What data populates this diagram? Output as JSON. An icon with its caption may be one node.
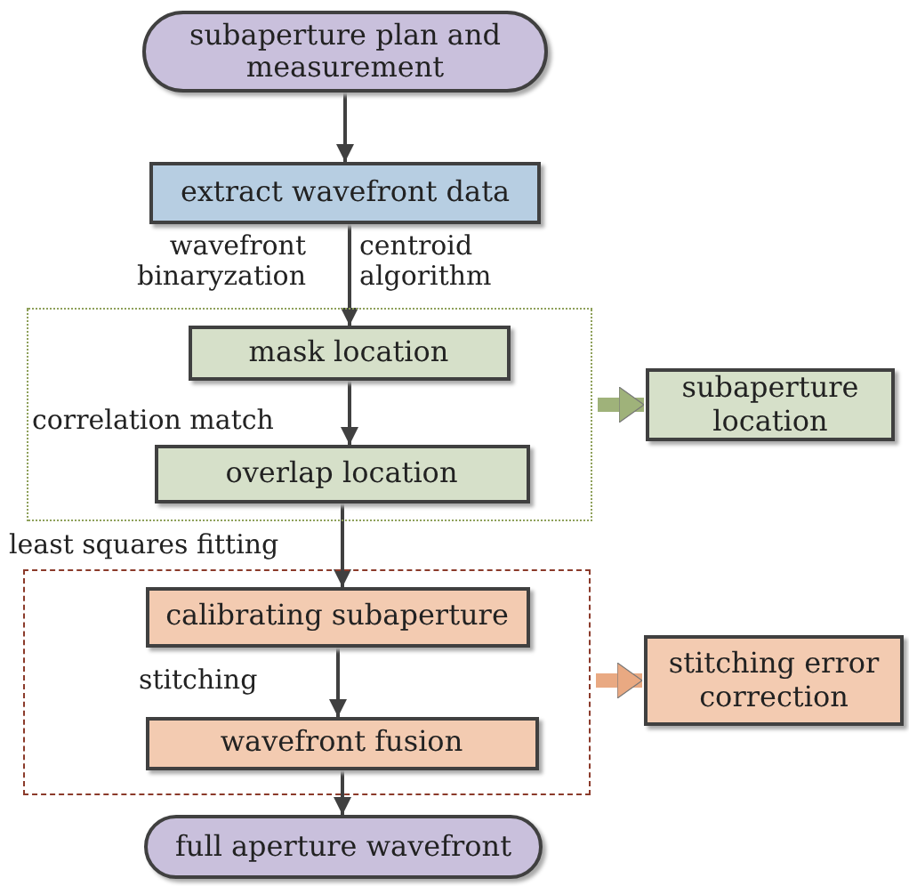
{
  "diagram": {
    "nodes": [
      {
        "text": [
          "subaperture plan and measurement"
        ]
      },
      {
        "text": [
          "extract wavefront data"
        ]
      },
      {
        "text": [],
        "shape": "box"
      },
      {
        "text": [
          "mask location"
        ],
        "in": 2
      },
      {
        "text": [
          "overlap location"
        ],
        "in": 2
      },
      {
        "text": [
          "subaperture location"
        ]
      },
      {
        "text": [],
        "shape": "box"
      },
      {
        "text": [
          "calibrating subaperture"
        ],
        "in": 6
      },
      {
        "text": [
          "wavefront fusion"
        ],
        "in": 6
      },
      {
        "text": [
          "stitching error correction"
        ]
      },
      {
        "text": [
          "full aperture wavefront"
        ]
      }
    ],
    "edges": [
      {
        "from": 0,
        "to": 1,
        "arrow": "to"
      },
      {
        "from": 1,
        "to": 3,
        "arrow": "to"
      },
      {
        "from": 3,
        "to": 4,
        "arrow": "to",
        "label": "correlation match"
      },
      {
        "from": 4,
        "to": 7,
        "arrow": "to",
        "label": "least squares fitting"
      },
      {
        "from": 7,
        "to": 8,
        "arrow": "to",
        "label": "stitching"
      },
      {
        "from": 8,
        "to": 10,
        "arrow": "to"
      },
      {
        "from": 2,
        "to": 5,
        "arrow": "to",
        "style": "thick",
        "color": "#9fb27a"
      },
      {
        "from": 6,
        "to": 9,
        "arrow": "to",
        "style": "thick",
        "color": "#e9a982"
      }
    ],
    "labels": [
      "wavefront binaryzation",
      "centroid algorithm"
    ]
  }
}
